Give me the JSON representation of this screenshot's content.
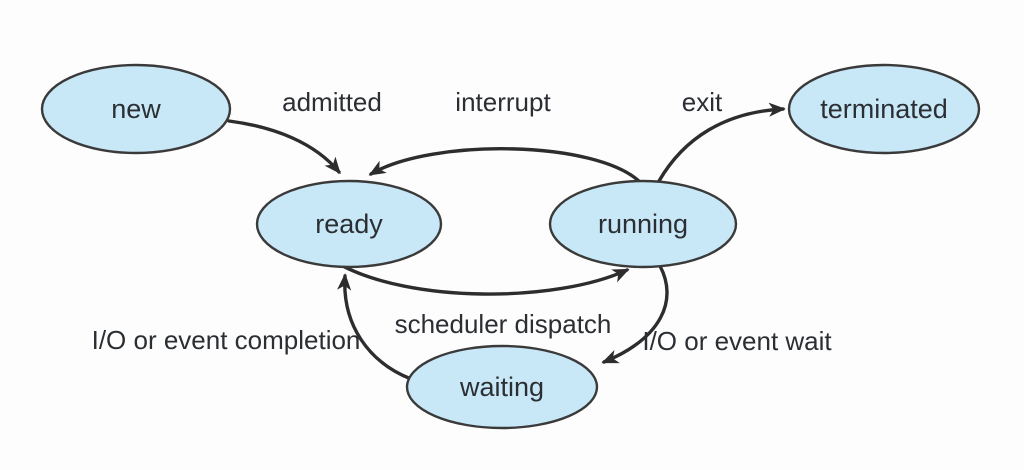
{
  "diagram": {
    "name": "process-state-diagram",
    "colors": {
      "background": "#fdfdfd",
      "node_fill": "#c8e8f8",
      "node_stroke": "#3a3a3a",
      "arrow": "#2d2d2d",
      "text": "#2b2f33"
    },
    "states": [
      {
        "id": "new",
        "label": "new"
      },
      {
        "id": "terminated",
        "label": "terminated"
      },
      {
        "id": "ready",
        "label": "ready"
      },
      {
        "id": "running",
        "label": "running"
      },
      {
        "id": "waiting",
        "label": "waiting"
      }
    ],
    "transitions": [
      {
        "id": "admitted",
        "from": "new",
        "to": "ready",
        "label": "admitted"
      },
      {
        "id": "interrupt",
        "from": "running",
        "to": "ready",
        "label": "interrupt"
      },
      {
        "id": "exit",
        "from": "running",
        "to": "terminated",
        "label": "exit"
      },
      {
        "id": "scheduler-dispatch",
        "from": "ready",
        "to": "running",
        "label": "scheduler dispatch"
      },
      {
        "id": "io-wait",
        "from": "running",
        "to": "waiting",
        "label": "I/O or event wait"
      },
      {
        "id": "io-completion",
        "from": "waiting",
        "to": "ready",
        "label": "I/O or event completion"
      }
    ]
  }
}
